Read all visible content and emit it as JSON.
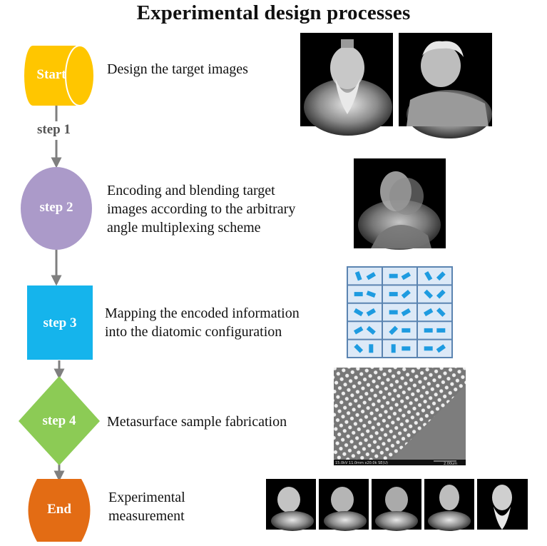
{
  "title": "Experimental design processes",
  "nodes": {
    "start": {
      "label": "Start",
      "color": "#FFC600"
    },
    "step2": {
      "label": "step 2",
      "color": "#AB9AC9"
    },
    "step3": {
      "label": "step 3",
      "color": "#15B4EC"
    },
    "step4": {
      "label": "step 4",
      "color": "#8CCB55"
    },
    "end": {
      "label": "End",
      "color": "#E36C14"
    }
  },
  "connector": {
    "label": "step 1",
    "color": "#7F7F7F"
  },
  "descriptions": {
    "step1": "Design the target images",
    "step2_line1": "Encoding and blending target",
    "step2_line2": "images according to the arbitrary",
    "step2_line3": "angle multiplexing scheme",
    "step3_line1": "Mapping the encoded information",
    "step3_line2": "into the diatomic configuration",
    "step4": "Metasurface sample fabrication",
    "end_line1": "Experimental",
    "end_line2": "measurement"
  },
  "sem_scale": {
    "info": "15.0kV 11.0mm x20.0k SE(U)",
    "bar": "2.00um"
  },
  "colors": {
    "grid_border": "#5B84B1",
    "grid_fill": "#DCE9F7",
    "dimer": "#1E9BE0"
  }
}
